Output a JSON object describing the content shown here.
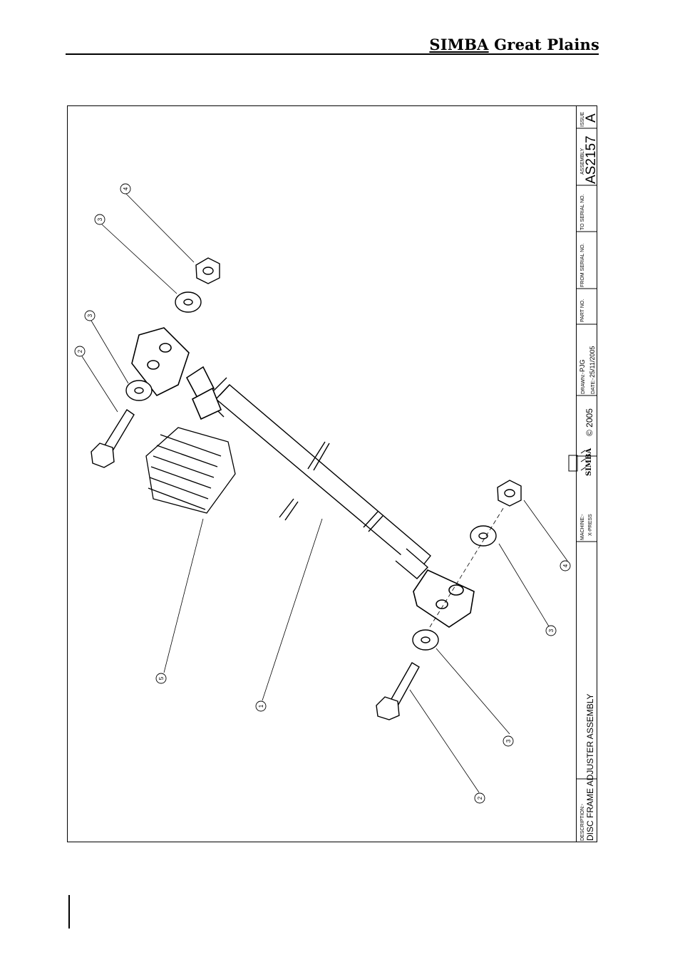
{
  "header": {
    "brand_part1": "SIMBA",
    "brand_part2": " Great Plains"
  },
  "drawing": {
    "callouts": [
      {
        "id": "c-top-4",
        "label": "4"
      },
      {
        "id": "c-top-3a",
        "label": "3"
      },
      {
        "id": "c-top-3b",
        "label": "3"
      },
      {
        "id": "c-top-2",
        "label": "2"
      },
      {
        "id": "c-mid-5",
        "label": "5"
      },
      {
        "id": "c-mid-1",
        "label": "1"
      },
      {
        "id": "c-bot-4",
        "label": "4"
      },
      {
        "id": "c-bot-3a",
        "label": "3"
      },
      {
        "id": "c-bot-3b",
        "label": "3"
      },
      {
        "id": "c-bot-2",
        "label": "2"
      }
    ]
  },
  "title_block": {
    "description_label": "DESCRIPTION:-",
    "description_value": "DISC FRAME ADJUSTER ASSEMBLY",
    "machine_label": "MACHINE:-",
    "machine_value": "X-PRESS",
    "logo_text": "SIMBA",
    "copyright": "© 2005",
    "drawn_label": "DRAWN:-",
    "drawn_value": "PJG",
    "date_label": "DATE:-",
    "date_value": "25/11/2005",
    "part_no_label": "PART NO.",
    "from_serial_label": "FROM SERIAL NO.",
    "to_serial_label": "TO SERIAL NO.",
    "assembly_label": "ASSEMBLY",
    "assembly_value": "AS2157",
    "issue_label": "ISSUE",
    "issue_value": "A"
  },
  "colors": {
    "ink": "#000000",
    "paper": "#ffffff"
  }
}
